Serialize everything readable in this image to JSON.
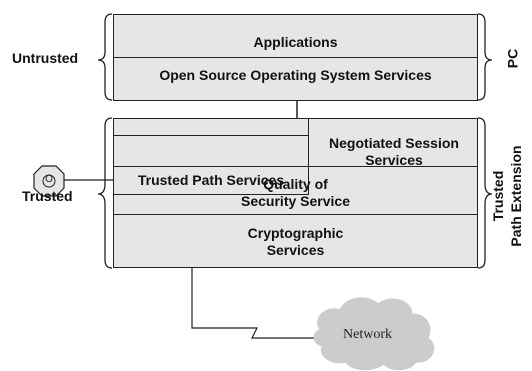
{
  "left_labels": {
    "untrusted": "Untrusted",
    "trusted": "Trusted"
  },
  "right_labels": {
    "pc": "PC",
    "trusted_line1": "Trusted",
    "trusted_line2": "Path Extension"
  },
  "pc_stack": {
    "applications": "Applications",
    "os_services": "Open Source Operating System Services"
  },
  "trusted_stack": {
    "trusted_path": "Trusted Path Services",
    "negotiated_line1": "Negotiated Session",
    "negotiated_line2": "Services",
    "qos_line1": "Quality of",
    "qos_line2": "Security Service",
    "crypto_line1": "Cryptographic",
    "crypto_line2": "Services"
  },
  "device_icon": {
    "glyph": "O"
  },
  "network": {
    "label": "Network"
  }
}
